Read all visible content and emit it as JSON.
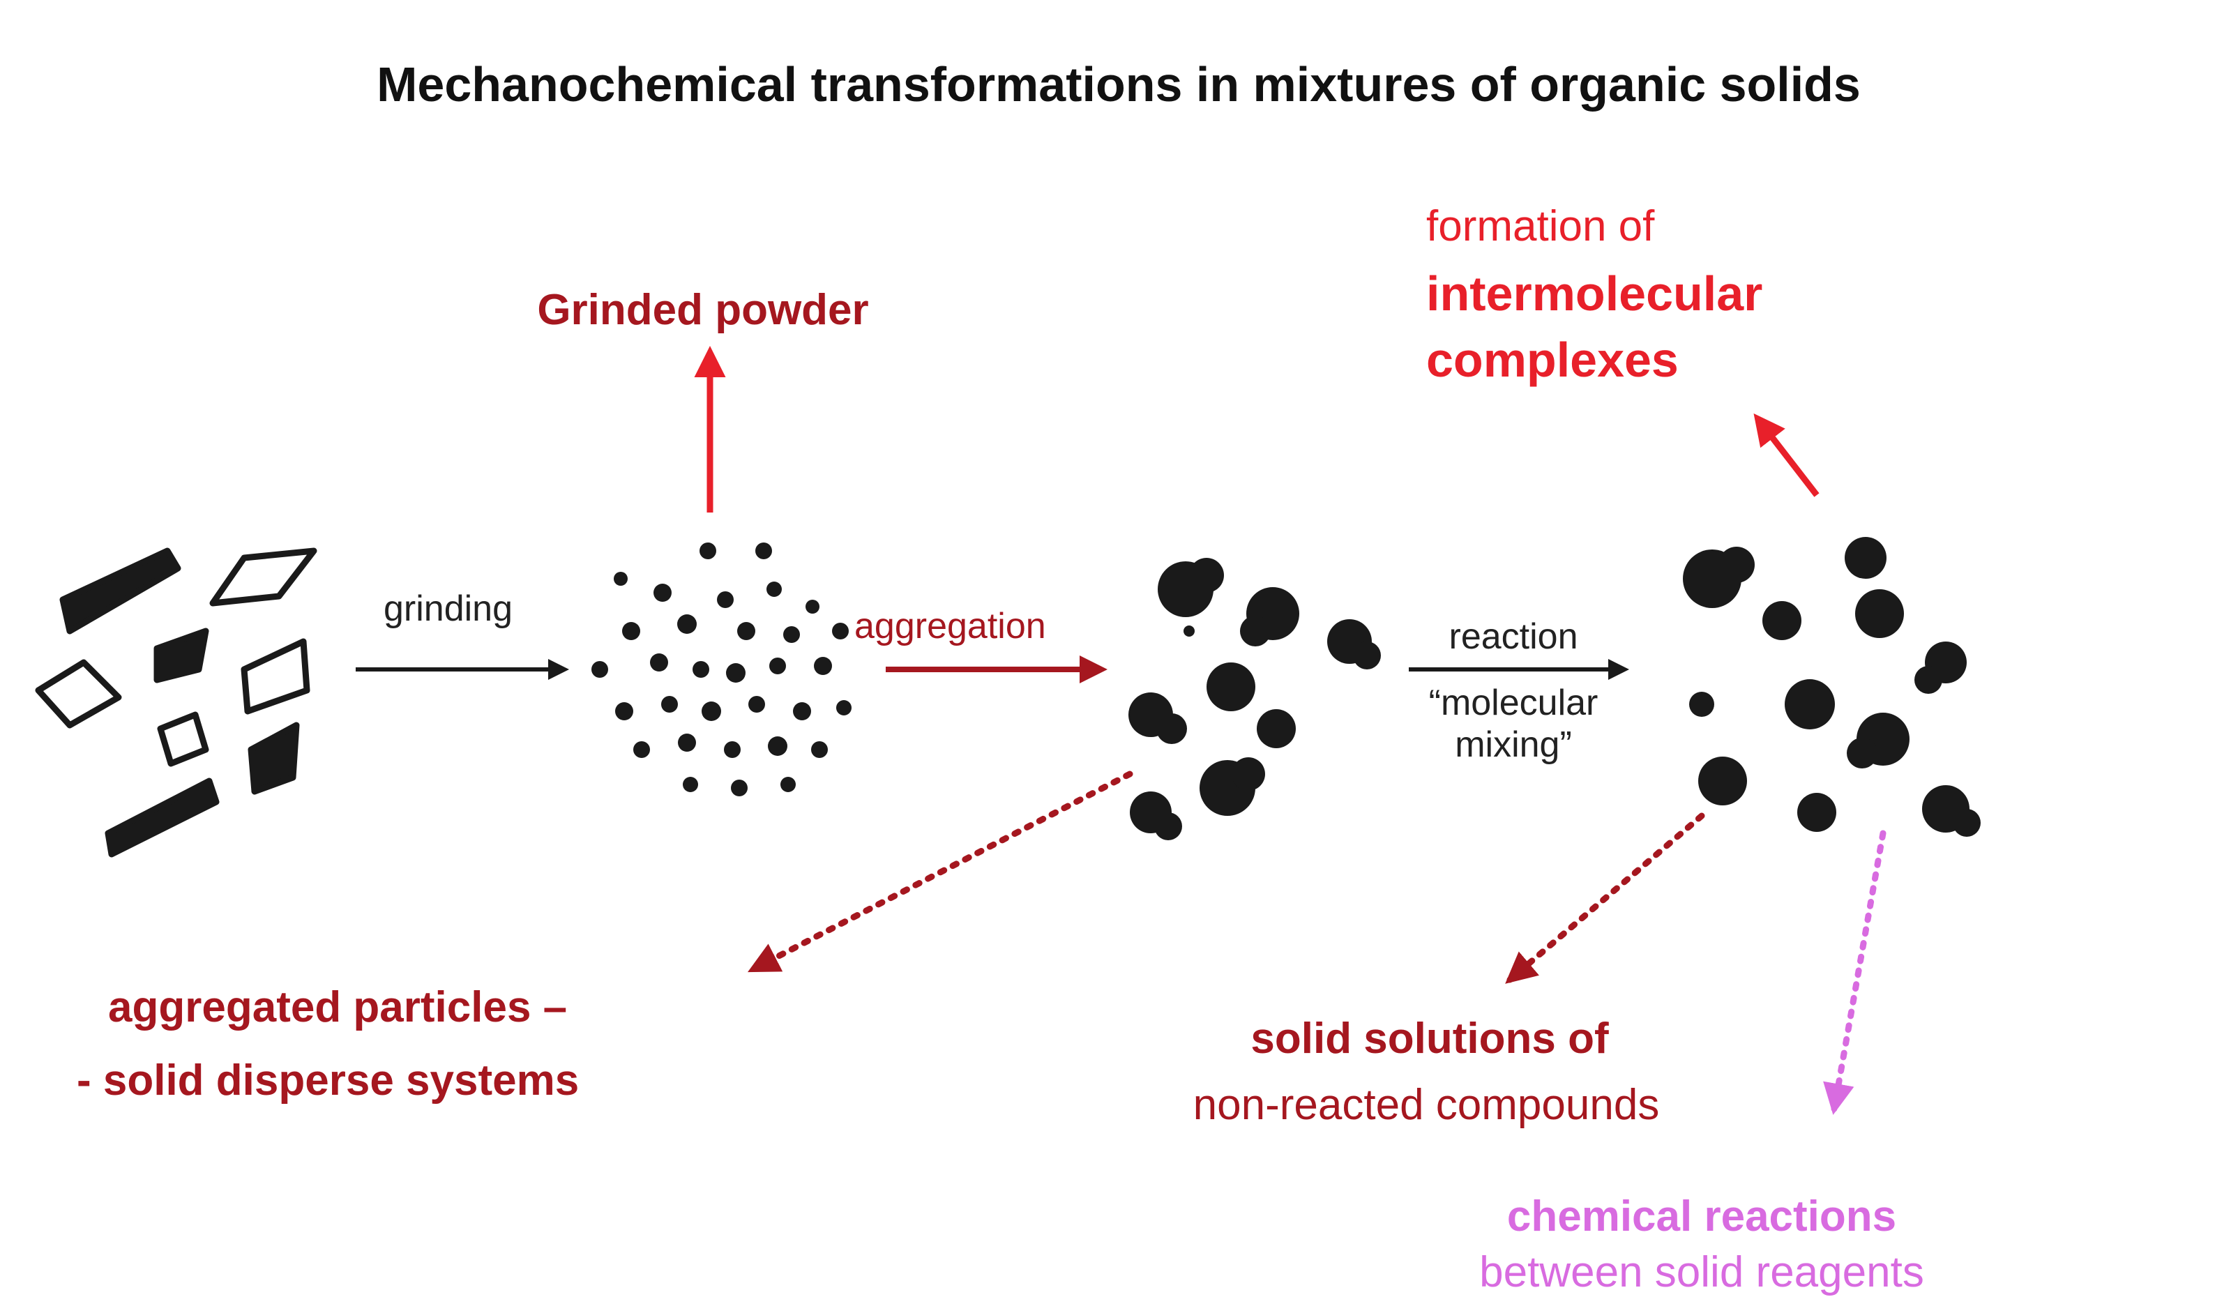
{
  "title": "Mechanochemical transformations in mixtures of organic solids",
  "labels": {
    "grinding": "grinding",
    "aggregation": "aggregation",
    "reaction": "reaction",
    "molecular": "“molecular",
    "mixing": "mixing”",
    "grinded_powder": "Grinded powder",
    "formation_of": "formation of",
    "intermolecular": "intermolecular",
    "complexes": "complexes",
    "aggregated_particles": "aggregated particles –",
    "solid_disperse": "- solid disperse systems",
    "solid_solutions_of": "solid solutions of",
    "non_reacted": "non-reacted compounds",
    "chemical_reactions": "chemical reactions",
    "between_solid": "between solid reagents"
  },
  "colors": {
    "title": "#111111",
    "dark": "#1a1a1a",
    "red": "#e8202a",
    "dark_red": "#a5171f",
    "pink": "#d86be0"
  }
}
